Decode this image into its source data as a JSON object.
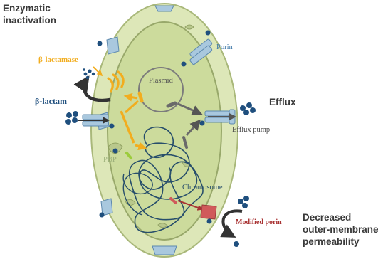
{
  "labels": {
    "enzymatic_line1": "Enzymatic",
    "enzymatic_line2": "inactivation",
    "beta_lactamase": "β-lactamase",
    "beta_lactam": "β-lactam",
    "plasmid": "Plasmid",
    "porin": "Porin",
    "efflux": "Efflux",
    "efflux_pump": "Efflux pump",
    "pbp": "PBP",
    "chromosome": "Chromosome",
    "modified_porin": "Modified porin",
    "decreased_line1": "Decreased",
    "decreased_line2": "outer-membrane",
    "decreased_line3": "permeability"
  },
  "colors": {
    "outer_membrane": "#dde7b8",
    "outer_stroke": "#a9b87a",
    "inner_cell": "#ccdb9c",
    "inner_stroke": "#98a86a",
    "channel": "#a9c8de",
    "channel_stroke": "#5c88ad",
    "molecule": "#1f4f7e",
    "beta_lactamase": "#f2ad1e",
    "efflux_gene": "#6a6a6a",
    "chromosome_dna": "#274e6b",
    "modified_porin": "#d05a5a",
    "modified_porin_text": "#a83232",
    "porin_text": "#3d78a8",
    "label_dark": "#3a3a3a",
    "arrow_dark": "#333333"
  }
}
